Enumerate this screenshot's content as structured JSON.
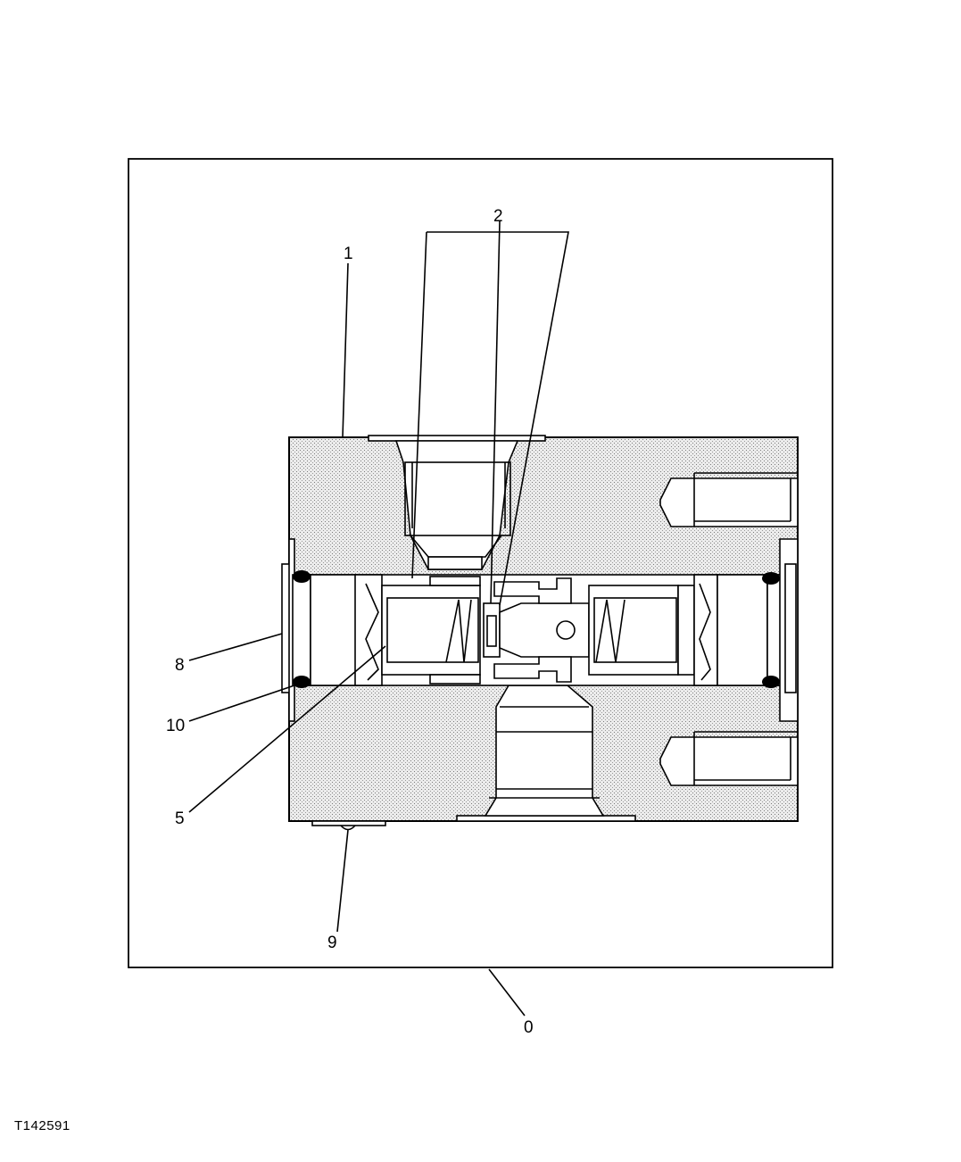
{
  "callouts": {
    "c0": "0",
    "c1": "1",
    "c2": "2",
    "c5": "5",
    "c8": "8",
    "c9": "9",
    "c10": "10"
  },
  "reference_code": "T142591",
  "colors": {
    "line": "#000000",
    "body_fill": "#e6e6e6",
    "background": "#ffffff"
  }
}
